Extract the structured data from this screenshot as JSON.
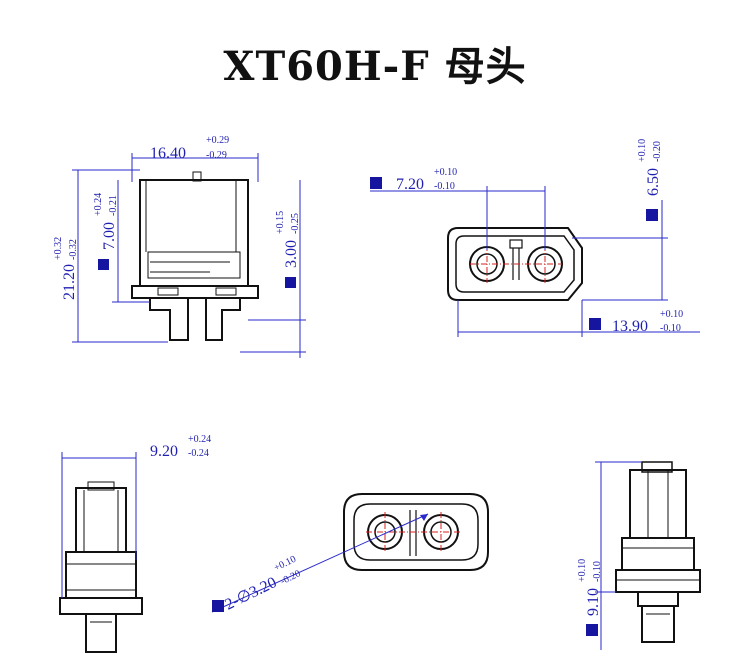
{
  "title": "XT60H-F 母头",
  "colors": {
    "dimension": "#2a2acc",
    "marker": "#1515a0",
    "outline": "#111111",
    "centerline": "#d82020"
  },
  "marker_icon": "filled-square-icon",
  "dims": {
    "front_width": {
      "value": "16.40",
      "plus": "+0.29",
      "minus": "-0.29"
    },
    "front_height": {
      "value": "21.20",
      "plus": "+0.32",
      "minus": "-0.32"
    },
    "front_body": {
      "value": "7.00",
      "plus": "+0.24",
      "minus": "-0.21"
    },
    "front_pin": {
      "value": "3.00",
      "plus": "+0.15",
      "minus": "-0.25"
    },
    "pin_pitch": {
      "value": "7.20",
      "plus": "+0.10",
      "minus": "-0.10"
    },
    "plug_height": {
      "value": "6.50",
      "plus": "+0.10",
      "minus": "-0.20"
    },
    "plug_width": {
      "value": "13.90",
      "plus": "+0.10",
      "minus": "-0.10"
    },
    "side_width": {
      "value": "9.20",
      "plus": "+0.24",
      "minus": "-0.24"
    },
    "hole_diameter": {
      "value": "2-∅3.20",
      "plus": "+0.10",
      "minus": "-0.20"
    },
    "side_height": {
      "value": "9.10",
      "plus": "+0.10",
      "minus": "-0.10"
    }
  }
}
